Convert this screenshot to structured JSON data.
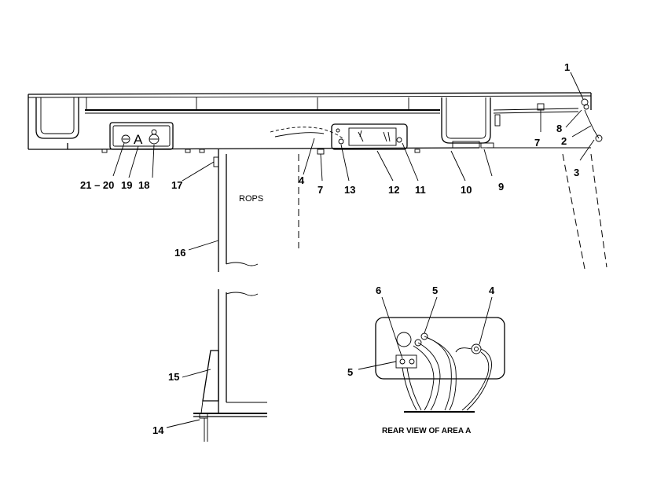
{
  "callouts": {
    "c1": "1",
    "c2": "2",
    "c3": "3",
    "c4a": "4",
    "c4b": "4",
    "c5a": "5",
    "c5b": "5",
    "c6": "6",
    "c7a": "7",
    "c7b": "7",
    "c8": "8",
    "c9": "9",
    "c10": "10",
    "c11": "11",
    "c12": "12",
    "c13": "13",
    "c14": "14",
    "c15": "15",
    "c16": "16",
    "c17": "17",
    "c18": "18",
    "c19": "19",
    "c2120": "21 – 20"
  },
  "labels": {
    "rops": "ROPS",
    "area_a": "A",
    "rear_view": "REAR VIEW OF AREA A"
  }
}
